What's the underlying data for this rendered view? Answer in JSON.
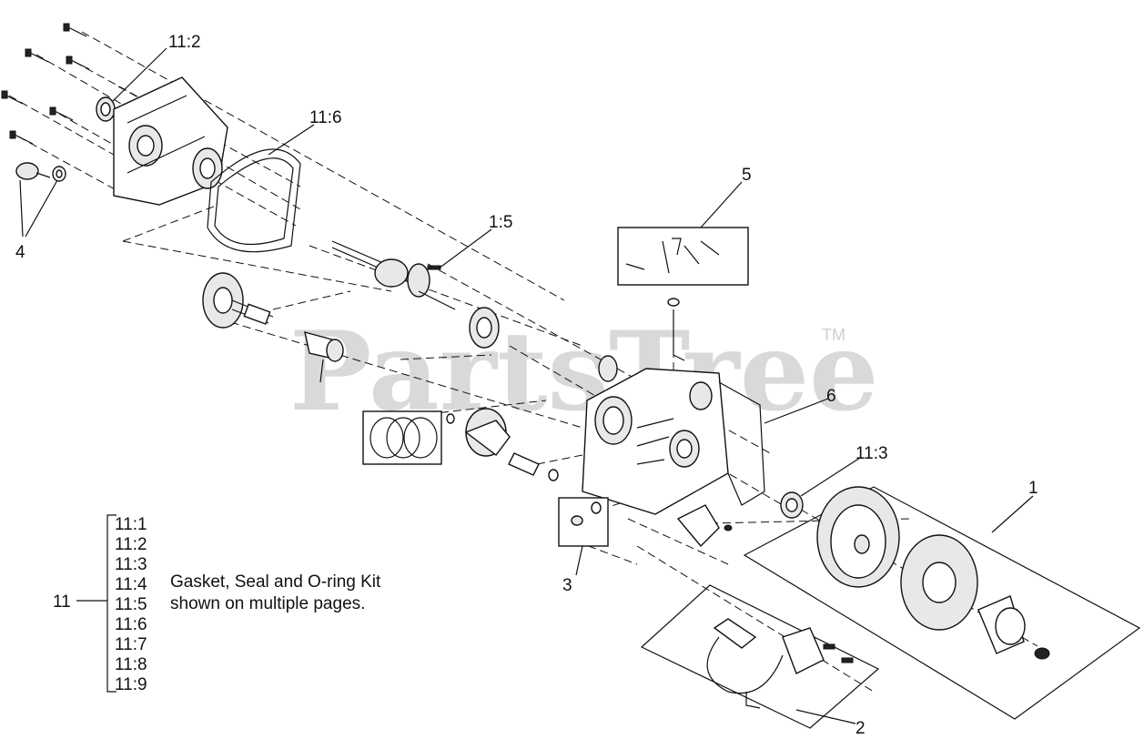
{
  "watermark": {
    "text": "PartsTree",
    "trademark": "TM"
  },
  "callouts": [
    {
      "id": "11-2",
      "label": "11:2"
    },
    {
      "id": "11-6",
      "label": "11:6"
    },
    {
      "id": "1-5",
      "label": "1:5"
    },
    {
      "id": "5",
      "label": "5"
    },
    {
      "id": "4",
      "label": "4"
    },
    {
      "id": "6",
      "label": "6"
    },
    {
      "id": "11-3",
      "label": "11:3"
    },
    {
      "id": "1",
      "label": "1"
    },
    {
      "id": "3",
      "label": "3"
    },
    {
      "id": "2",
      "label": "2"
    }
  ],
  "kit": {
    "number": "11",
    "items": [
      "11:1",
      "11:2",
      "11:3",
      "11:4",
      "11:5",
      "11:6",
      "11:7",
      "11:8",
      "11:9"
    ],
    "description_line1": "Gasket, Seal and O-ring Kit",
    "description_line2": "shown on multiple pages."
  },
  "colors": {
    "line": "#111111",
    "watermark": "#d9d9d9",
    "background": "#ffffff"
  }
}
